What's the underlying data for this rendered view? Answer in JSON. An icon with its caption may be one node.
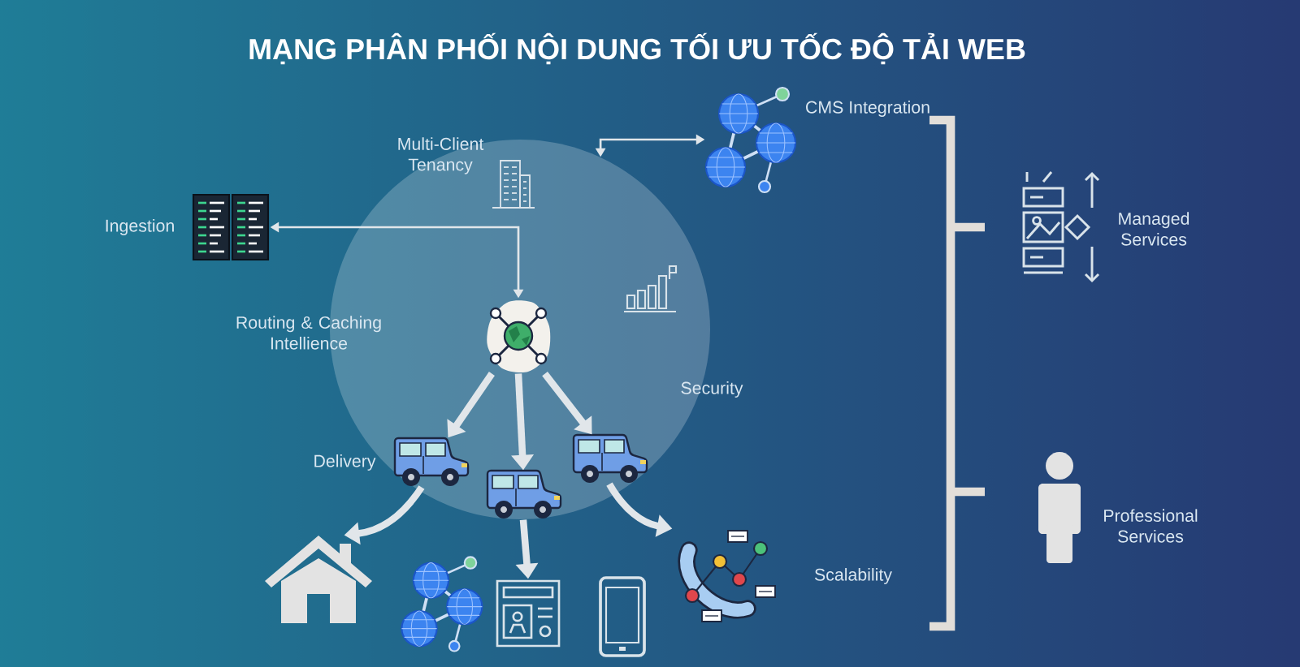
{
  "diagram": {
    "title": "MẠNG PHÂN PHỐI NỘI DUNG TỐI ƯU TỐC ĐỘ TẢI WEB",
    "nodes": [
      {
        "text": [],
        "shape": "circle"
      },
      {
        "text": [],
        "shape": "picture",
        "beside": [
          "CMS Integration"
        ]
      },
      {
        "text": [],
        "shape": "picture",
        "in": 0,
        "beside": [
          "Multi-Client Tenancy"
        ]
      },
      {
        "text": [],
        "shape": "picture",
        "beside": [
          "Ingestion"
        ]
      },
      {
        "text": [],
        "shape": "picture",
        "beside": [
          "Managed Services"
        ]
      },
      {
        "text": [],
        "shape": "picture",
        "in": 0
      },
      {
        "text": [],
        "shape": "picture",
        "in": 0
      },
      {
        "text": [],
        "shape": "picture",
        "in": 0
      },
      {
        "text": [],
        "shape": "picture",
        "in": 0
      },
      {
        "text": [],
        "shape": "picture",
        "in": 0
      },
      {
        "text": [],
        "shape": "picture",
        "beside": [
          "Professional Services"
        ]
      },
      {
        "text": [],
        "shape": "picture"
      },
      {
        "text": [],
        "shape": "picture"
      },
      {
        "text": [],
        "shape": "picture"
      },
      {
        "text": [],
        "shape": "picture"
      },
      {
        "text": [],
        "shape": "picture"
      }
    ],
    "edges": [
      {
        "from": 3,
        "to": 6,
        "arrow": "both"
      },
      {
        "from": 0,
        "to": 1,
        "arrow": "both"
      },
      {
        "from": 6,
        "to": 7,
        "arrow": "to"
      },
      {
        "from": 6,
        "to": 9,
        "arrow": "to"
      },
      {
        "from": 6,
        "to": 8,
        "arrow": "to"
      },
      {
        "from": 7,
        "to": 11,
        "arrow": "to"
      },
      {
        "from": 9,
        "to": 14,
        "arrow": "to"
      },
      {
        "from": 8,
        "to": 12,
        "arrow": "to"
      }
    ],
    "labels": [
      "Routing & Caching Intellience",
      "Security",
      "Delivery",
      "Scalability"
    ]
  }
}
